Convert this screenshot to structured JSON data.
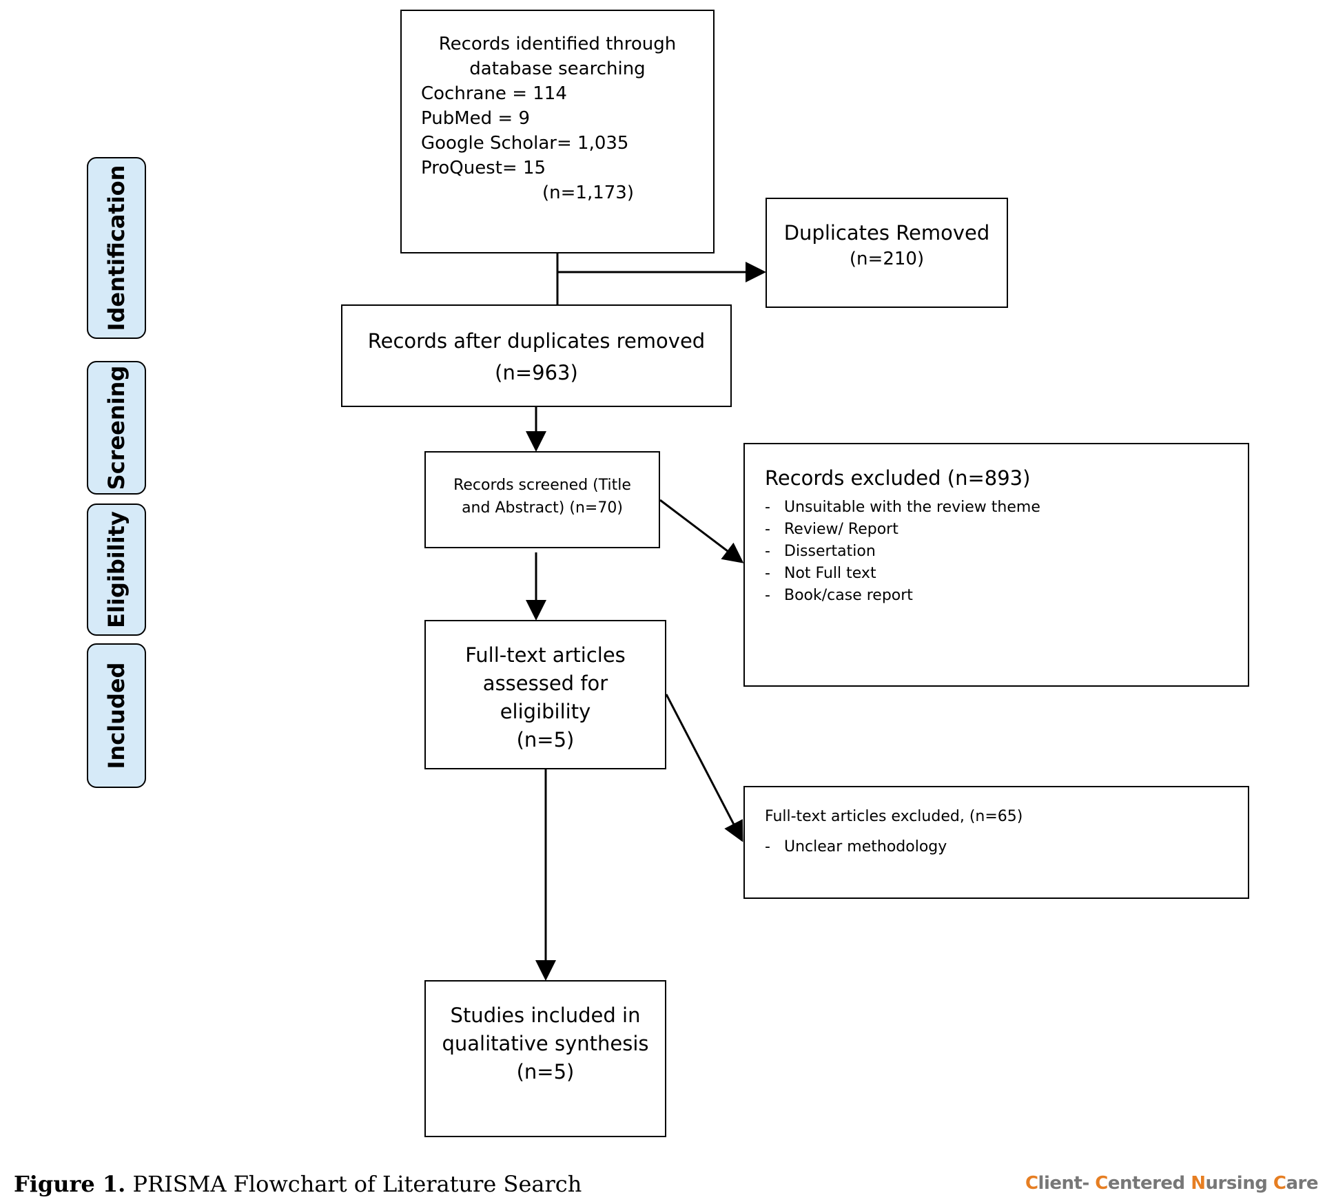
{
  "phases": [
    "Identification",
    "Screening",
    "Eligibility",
    "Included"
  ],
  "identified": {
    "title_line1": "Records identified through",
    "title_line2": "database searching",
    "sources": [
      "Cochrane = 114",
      "PubMed = 9",
      "Google Scholar= 1,035",
      "ProQuest= 15"
    ],
    "total": "(n=1,173)"
  },
  "duplicates": {
    "title": "Duplicates Removed",
    "count": "(n=210)"
  },
  "after_duplicates": {
    "title": "Records after duplicates removed",
    "count": "(n=963)"
  },
  "screened": {
    "line1": "Records screened (Title",
    "line2": "and Abstract) (n=70)"
  },
  "excluded": {
    "title": "Records excluded (n=893)",
    "items": [
      "Unsuitable with the review theme",
      "Review/ Report",
      "Dissertation",
      "Not Full text",
      "Book/case report"
    ]
  },
  "fulltext": {
    "line1": "Full-text articles",
    "line2": "assessed for",
    "line3": "eligibility",
    "count": "(n=5)"
  },
  "fulltext_excluded": {
    "title": "Full-text articles excluded, (n=65)",
    "items": [
      "Unclear methodology"
    ]
  },
  "included": {
    "line1": "Studies included in",
    "line2": "qualitative synthesis",
    "count": "(n=5)"
  },
  "caption": {
    "label": "Figure 1.",
    "text": "PRISMA Flowchart of Literature Search"
  },
  "journal": {
    "c1": "C",
    "w1": "lient- ",
    "c2": "C",
    "w2": "entered ",
    "c3": "N",
    "w3": "ursing ",
    "c4": "C",
    "w4": "are"
  },
  "colors": {
    "phase_fill": "#d6eaf8",
    "journal_initial": "#e67e22",
    "journal_text": "#777777"
  }
}
